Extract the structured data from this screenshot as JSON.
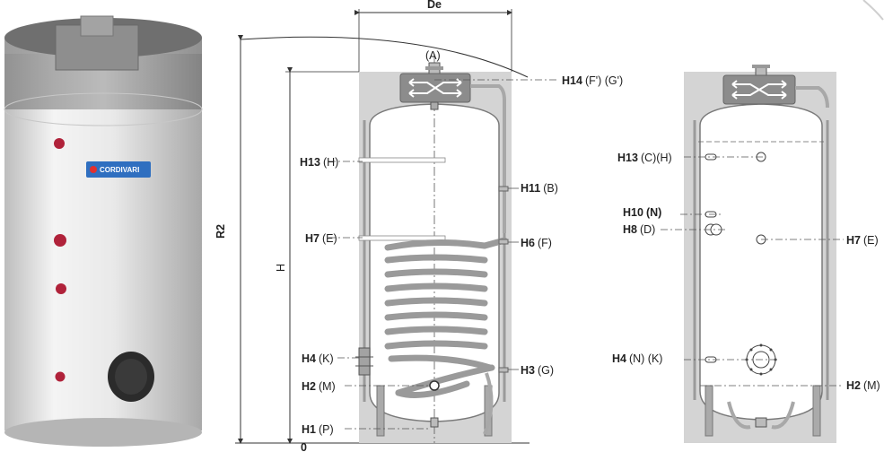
{
  "brand": {
    "logo_text": "CORDIVARI"
  },
  "dimensions": {
    "De": "De",
    "R2": "R2",
    "H": "H",
    "zero": "0",
    "A": "(A)"
  },
  "front": {
    "H14": {
      "code": "H14",
      "refs": "(F') (G')"
    },
    "H13": {
      "code": "H13",
      "refs": "(H)"
    },
    "H11": {
      "code": "H11",
      "refs": "(B)"
    },
    "H7": {
      "code": "H7",
      "refs": "(E)"
    },
    "H6": {
      "code": "H6",
      "refs": "(F)"
    },
    "H4": {
      "code": "H4",
      "refs": "(K)"
    },
    "H3": {
      "code": "H3",
      "refs": "(G)"
    },
    "H2": {
      "code": "H2",
      "refs": "(M)"
    },
    "H1": {
      "code": "H1",
      "refs": "(P)"
    }
  },
  "side": {
    "H13": {
      "code": "H13",
      "refs": "(C)(H)"
    },
    "H10": {
      "code": "H10",
      "refs": "(N)"
    },
    "H8": {
      "code": "H8",
      "refs": "(D)"
    },
    "H7": {
      "code": "H7",
      "refs": "(E)"
    },
    "H4": {
      "code": "H4",
      "refs": "(N) (K)"
    },
    "H2": {
      "code": "H2",
      "refs": "(M)"
    }
  },
  "colors": {
    "panel": "#d4d4d4",
    "tank": "#ffffff",
    "outline": "#7a7a7a",
    "coil": "#9a9a9a",
    "exchanger": "#8c8c8c",
    "port": "#b0223a"
  }
}
